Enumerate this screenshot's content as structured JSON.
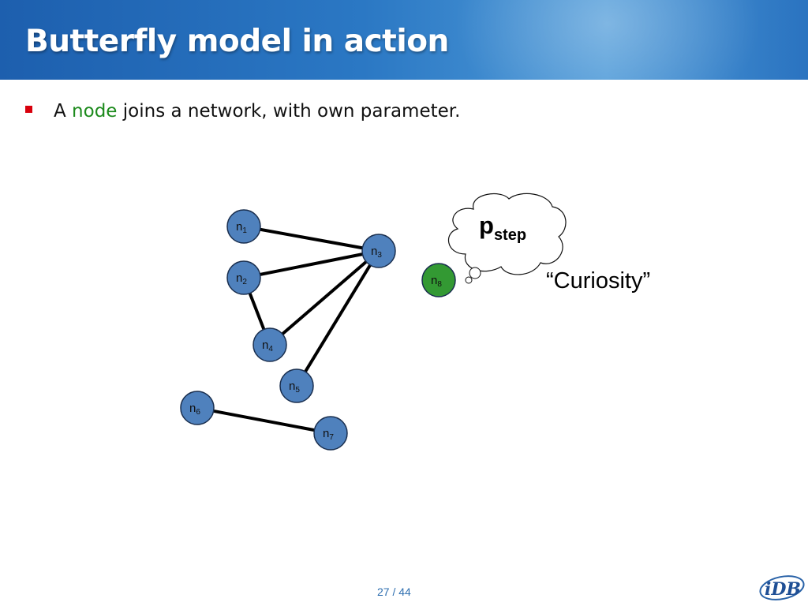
{
  "slide": {
    "title": "Butterfly model in action",
    "bullet": {
      "prefix": "A ",
      "highlight": "node",
      "suffix": " joins a network, with own parameter."
    },
    "page_number": "27 / 44",
    "logo_text": "iDB"
  },
  "diagram": {
    "nodes": [
      {
        "id": "n1",
        "base": "n",
        "sub": "1",
        "color": "#4f81bd"
      },
      {
        "id": "n2",
        "base": "n",
        "sub": "2",
        "color": "#4f81bd"
      },
      {
        "id": "n3",
        "base": "n",
        "sub": "3",
        "color": "#4f81bd"
      },
      {
        "id": "n4",
        "base": "n",
        "sub": "4",
        "color": "#4f81bd"
      },
      {
        "id": "n5",
        "base": "n",
        "sub": "5",
        "color": "#4f81bd"
      },
      {
        "id": "n6",
        "base": "n",
        "sub": "6",
        "color": "#4f81bd"
      },
      {
        "id": "n7",
        "base": "n",
        "sub": "7",
        "color": "#4f81bd"
      },
      {
        "id": "n8",
        "base": "n",
        "sub": "8",
        "color": "#339933"
      }
    ],
    "edges": [
      [
        "n1",
        "n3"
      ],
      [
        "n2",
        "n3"
      ],
      [
        "n2",
        "n4"
      ],
      [
        "n4",
        "n3"
      ],
      [
        "n5",
        "n3"
      ],
      [
        "n6",
        "n7"
      ]
    ],
    "thought_bubble": {
      "base": "p",
      "sub": "step"
    },
    "caption": "“Curiosity”"
  }
}
